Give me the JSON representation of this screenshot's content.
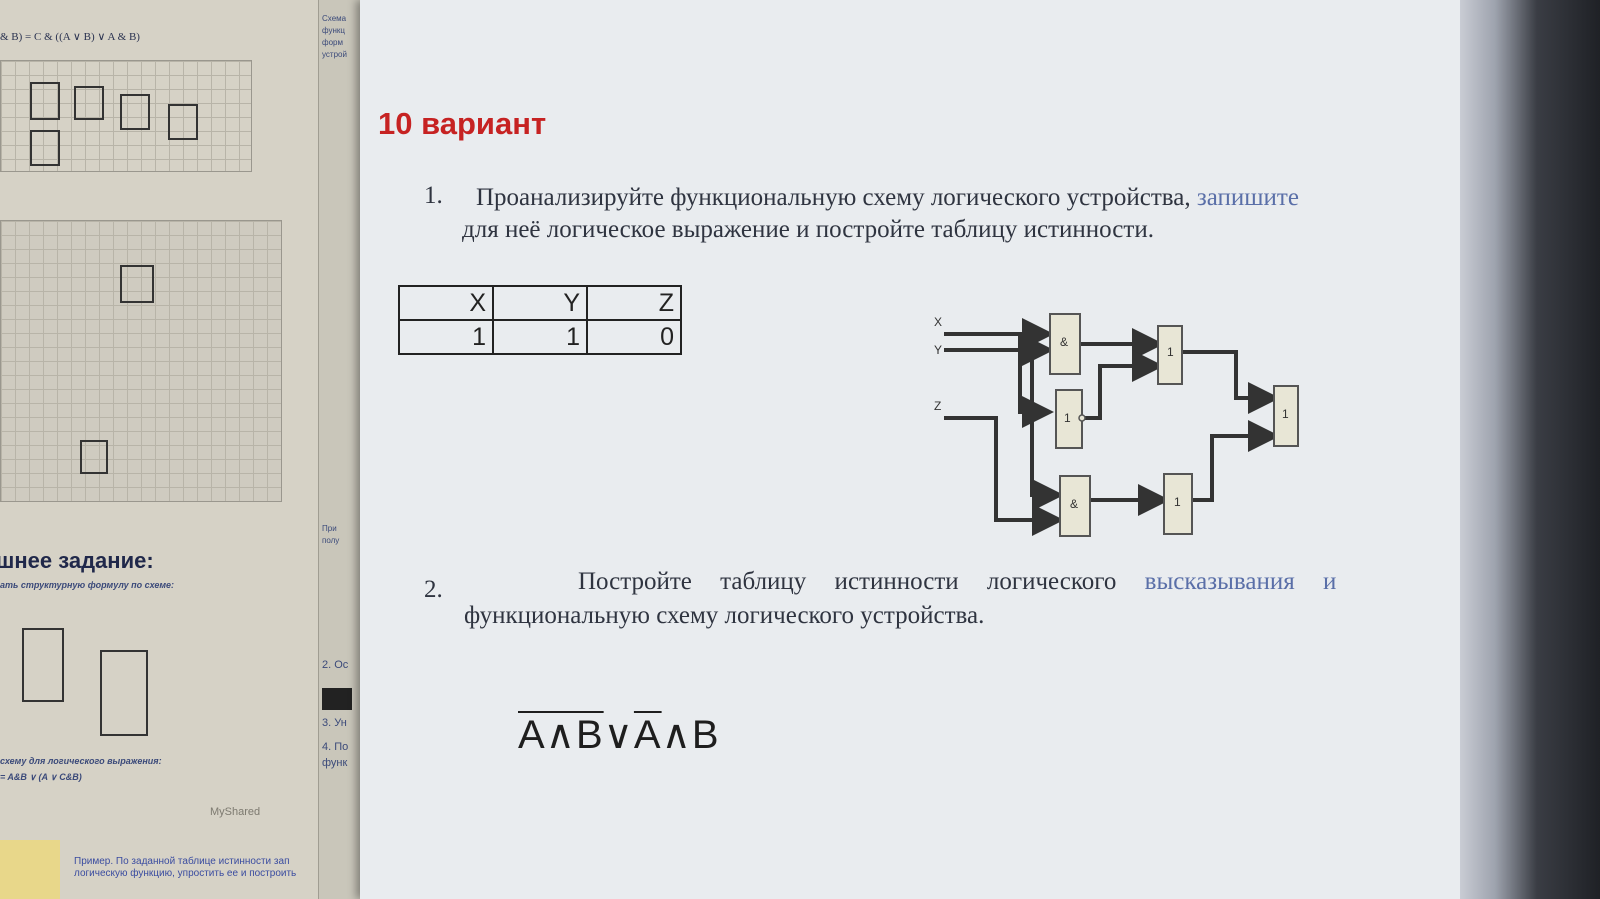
{
  "left_window": {
    "formula_line": "& B) = C & ((A ∨ B) ∨ A & B)",
    "heading": "шнее задание:",
    "instruction": "ать структурную формулу по схеме:",
    "instruction2": "схему для логического выражения:",
    "expression": "= A&B ∨ (A ∨ C&B)",
    "watermark": "MyShared",
    "example_line1": "Пример. По заданной таблице истинности зап",
    "example_line2": "логическую функцию, упростить ее и построить",
    "sidebar_items": [
      "Схема",
      "функц",
      "форм",
      "устрой",
      "При",
      "полу",
      "2. Ос",
      "3. Ун",
      "4. По",
      "функ"
    ]
  },
  "document": {
    "title": "10 вариант",
    "task1": {
      "number": "1.",
      "text_line1_a": "Проанализируйте функциональную схему логического устройства,",
      "text_line1_b": "запишите",
      "text_line2": "для неё логическое выражение и постройте таблицу истинности."
    },
    "table": {
      "headers": [
        "X",
        "Y",
        "Z"
      ],
      "row": [
        "1",
        "1",
        "0"
      ]
    },
    "diagram": {
      "inputs": [
        "X",
        "Y",
        "Z"
      ],
      "gates": [
        "&",
        "1",
        "1",
        "&",
        "1",
        "1"
      ]
    },
    "task2": {
      "number": "2.",
      "text_line1_a": "Постройте таблицу истинности логического",
      "text_line1_b": "высказывания и",
      "text_line2": "функциональную схему логического устройства."
    },
    "formula": {
      "part1": "A∧B",
      "part2": "∨",
      "part3": "A",
      "part4": "∧B"
    }
  }
}
